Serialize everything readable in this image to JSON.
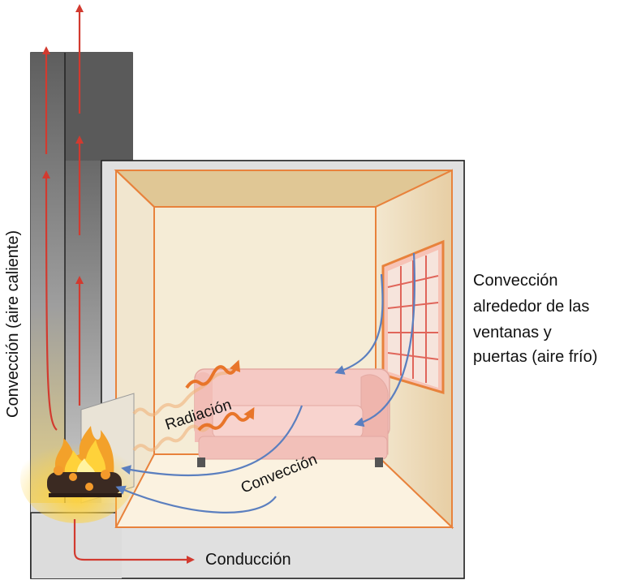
{
  "labels": {
    "chimney_convection": "Convección (aire caliente)",
    "window_convection": [
      "Convección",
      "alrededor de las",
      "ventanas y",
      "puertas (aire frío)"
    ],
    "radiation": "Radiación",
    "room_convection": "Convección",
    "conduction": "Conducción"
  },
  "colors": {
    "hot_arrow": "#d23a2f",
    "cold_arrow": "#5b7fbf",
    "radiation": "#e8752a",
    "room_outline": "#e8823c",
    "wall": "#f1e6cf",
    "ceiling": "#e0c795",
    "floor": "#fbf2e0",
    "sofa": "#f5c9c4",
    "chimney_dark": "#555555"
  },
  "icons": [
    "fire-icon",
    "log-icon",
    "sofa-icon",
    "window-icon"
  ]
}
